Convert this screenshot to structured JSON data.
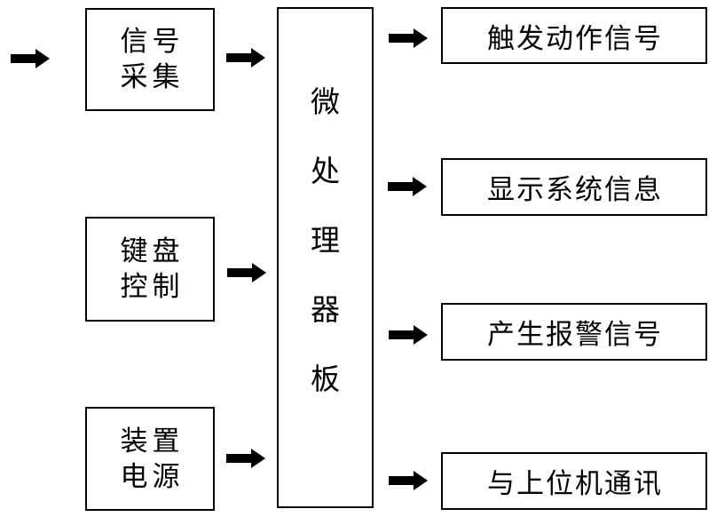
{
  "diagram": {
    "title": "microprocessor-system-block-diagram",
    "colors": {
      "line": "#000000",
      "background": "#ffffff"
    },
    "left_boxes": [
      {
        "name": "signal-acquisition",
        "line1": "信号",
        "line2": "采集"
      },
      {
        "name": "keyboard-control",
        "line1": "键盘",
        "line2": "控制"
      },
      {
        "name": "device-power",
        "line1": "装置",
        "line2": "电源"
      }
    ],
    "center_box": {
      "name": "microprocessor-board",
      "label": "微处理器板",
      "chars": [
        "微",
        "处",
        "理",
        "器",
        "板"
      ]
    },
    "right_boxes": [
      {
        "name": "trigger-action-signal",
        "label": "触发动作信号"
      },
      {
        "name": "display-system-info",
        "label": "显示系统信息"
      },
      {
        "name": "alarm-signal",
        "label": "产生报警信号"
      },
      {
        "name": "host-communication",
        "label": "与上位机通讯"
      }
    ],
    "arrows": [
      {
        "name": "input-to-signal-acquisition"
      },
      {
        "name": "signal-acquisition-to-mcu"
      },
      {
        "name": "keyboard-control-to-mcu"
      },
      {
        "name": "device-power-to-mcu"
      },
      {
        "name": "mcu-to-trigger-action"
      },
      {
        "name": "mcu-to-display-info"
      },
      {
        "name": "mcu-to-alarm-signal"
      },
      {
        "name": "mcu-to-host-communication"
      }
    ]
  }
}
